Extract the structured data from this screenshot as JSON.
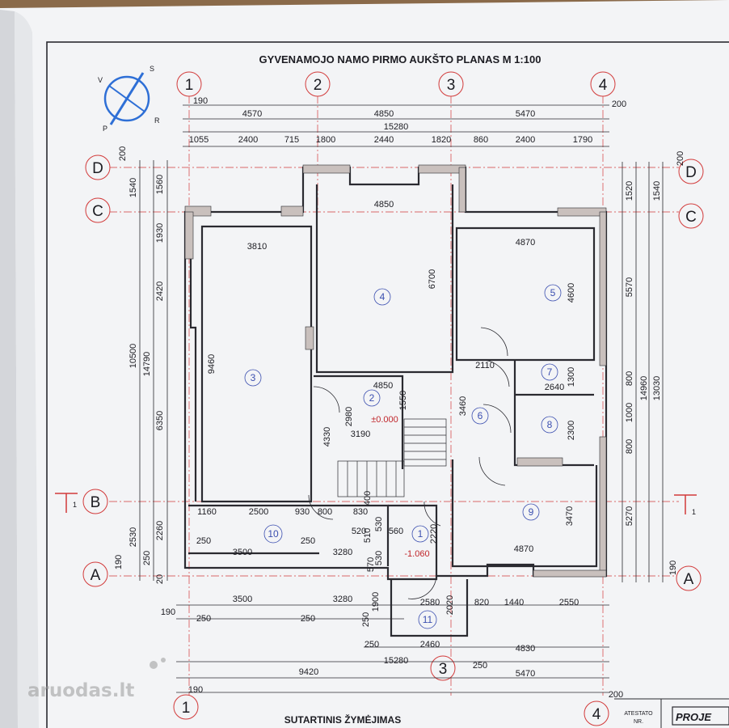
{
  "title": "GYVENAMOJO NAMO  PIRMO AUKŠTO PLANAS M 1:100",
  "footer_heading": "SUTARTINIS ŽYMĖJIMAS",
  "stamp": {
    "label1": "ATESTATO",
    "label2": "NR.",
    "brand": "PROJE"
  },
  "watermark": "aruodas.lt",
  "compass": [
    "V",
    "S",
    "R",
    "P"
  ],
  "axes_top": [
    "1",
    "2",
    "3",
    "4"
  ],
  "axes_bottom": [
    "1",
    "3",
    "4"
  ],
  "axes_left": [
    "D",
    "C",
    "B",
    "A"
  ],
  "axes_right": [
    "D",
    "C",
    "A"
  ],
  "section_mark": "1",
  "levels": {
    "main": "±0.000",
    "lower": "-1.060"
  },
  "rooms": [
    "1",
    "2",
    "3",
    "4",
    "5",
    "6",
    "7",
    "8",
    "9",
    "10",
    "11"
  ],
  "dims": {
    "top_190": "190",
    "top_200": "200",
    "top_row1": [
      "4570",
      "4850",
      "5470"
    ],
    "top_total": "15280",
    "top_row3": [
      "1055",
      "2400",
      "715",
      "1800",
      "2440",
      "1820",
      "860",
      "2400",
      "1790"
    ],
    "left_200": "200",
    "left_a": [
      "1540",
      "1930",
      "2420",
      "6350",
      "2530",
      "190"
    ],
    "left_b": [
      "1560",
      "14790",
      "2260",
      "250",
      "20"
    ],
    "left_c": [
      "10500"
    ],
    "right_200": "200",
    "right_a": [
      "1520",
      "5570",
      "800",
      "1000",
      "800",
      "5270"
    ],
    "right_b": [
      "1540",
      "14960",
      "13030",
      "190"
    ],
    "room3": [
      "3810",
      "9460"
    ],
    "room4": [
      "4850",
      "6700"
    ],
    "room5": [
      "4870",
      "4600"
    ],
    "room2": [
      "4850",
      "1550",
      "2980",
      "3190",
      "4330"
    ],
    "room6": [
      "2110",
      "3460"
    ],
    "room7": [
      "2640",
      "1300"
    ],
    "room8": [
      "2300"
    ],
    "room9": [
      "4870",
      "3470"
    ],
    "room1": [
      "560",
      "2220",
      "530",
      "530",
      "570",
      "510",
      "400"
    ],
    "row10_top": [
      "1160",
      "2500",
      "930",
      "800",
      "830",
      "520"
    ],
    "row10_mid": [
      "250",
      "250"
    ],
    "row10_bot": [
      "3500",
      "3280"
    ],
    "lower_row1": [
      "3500",
      "3280",
      "2580",
      "820",
      "1440",
      "2550"
    ],
    "lower_row2": [
      "190",
      "250",
      "250"
    ],
    "room11": [
      "1900",
      "2020",
      "250"
    ],
    "lower_row3": [
      "250",
      "2460",
      "4830"
    ],
    "bottom_total": "15280",
    "bottom_row": [
      "9420",
      "250",
      "5470"
    ],
    "bottom_190": "190",
    "bottom_200": "200"
  }
}
